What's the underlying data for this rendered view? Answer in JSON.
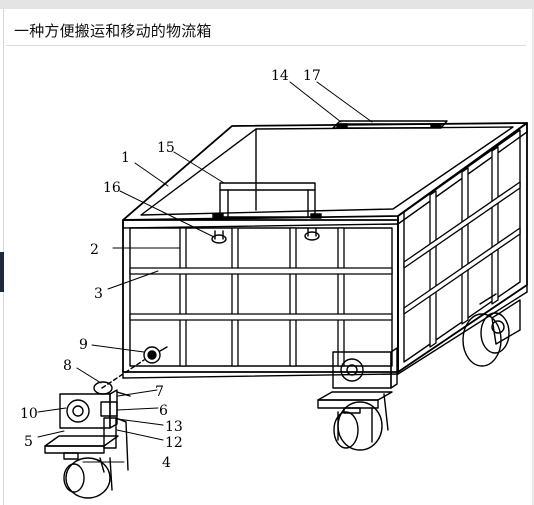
{
  "page": {
    "title": "一种方便搬运和移动的物流箱"
  },
  "diagram": {
    "labels": [
      "1",
      "2",
      "3",
      "4",
      "5",
      "6",
      "7",
      "8",
      "9",
      "10",
      "12",
      "13",
      "14",
      "15",
      "16",
      "17"
    ]
  },
  "colors": {
    "line": "#000000",
    "background": "#ffffff",
    "topbar": "#e4e4e4"
  }
}
